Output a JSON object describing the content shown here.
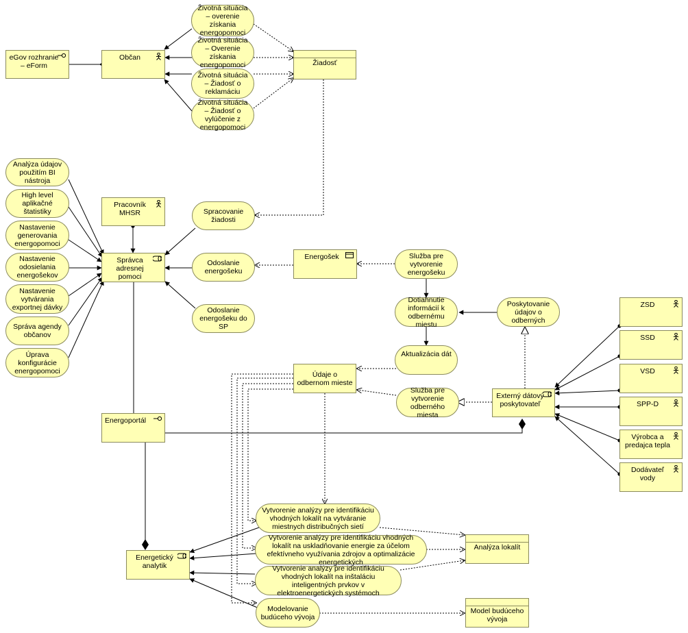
{
  "nodes": {
    "egov": "eGov rozhranie – eForm",
    "obcan": "Občan",
    "zs1": "Životná situácia – overenie získania energopomoci",
    "zs2": "Životná situácia – Overenie získania energopomoci",
    "zs3": "Životná situácia – Žiadosť o reklamáciu",
    "zs4": "Životná situácia – Žiadosť o vylúčenie z energopomoci",
    "ziadost": "Žiadosť",
    "analyza_bi": "Analýza údajov použitím BI nástroja",
    "high_level": "High level aplikačné štatistiky",
    "nast_gen": "Nastavenie generovania energopomoci",
    "nast_odos": "Nastavenie odosielania energošekov",
    "nast_vytv": "Nastavenie vytvárania exportnej dávky",
    "sprava_agendy": "Správa agendy občanov",
    "uprava_konf": "Úprava konfigurácie energopomoci",
    "pracovnik": "Pracovník MHSR",
    "spravca": "Správca adresnej pomoci",
    "spracovanie": "Spracovanie žiadosti",
    "odoslanie": "Odoslanie energošeku",
    "odoslanie_sp": "Odoslanie energošeku do SP",
    "energosek": "Energošek",
    "sluzba_energosek": "Služba pre vytvorenie energošeku",
    "dotiahnutie": "Dotiahnutie informácií k odbernému miestu",
    "poskytovanie": "Poskytovanie údajov o odberných",
    "aktualizacia": "Aktualizácia dát",
    "udaje": "Údaje o odbernom mieste",
    "sluzba_om": "Služba pre vytvorenie odberného miesta",
    "externy": "Externý dátový poskytovateľ",
    "zsd": "ZSD",
    "ssd": "SSD",
    "vsd": "VSD",
    "sppd": "SPP-D",
    "vyrobca": "Výrobca a predajca tepla",
    "dodavatel": "Dodávateľ vody",
    "energoportal": "Energoportál",
    "analytik": "Energetický analytik",
    "vytv1": "Vytvorenie analýzy pre identifikáciu vhodných lokalít na vytváranie miestnych distribučných sietí",
    "vytv2": "Vytvorenie analýzy pre identifikáciu vhodných lokalít na uskladňovanie energie za účelom efektívneho využívania zdrojov a optimalizácie energetických",
    "vytv3": "Vytvorenie analýzy pre identifikáciu vhodných lokalít na inštaláciu inteligentných prvkov v elektroenergetických systémoch",
    "modelovanie": "Modelovanie budúceho vývoja",
    "analyza_lokalit": "Analýza lokalít",
    "model_vyvoja": "Model budúceho vývoja"
  },
  "icons": {
    "egov": "interface-icon",
    "obcan": "actor-icon",
    "pracovnik": "actor-icon",
    "spravca": "role-icon",
    "energosek": "component-icon",
    "externy": "role-icon",
    "zsd": "actor-icon",
    "ssd": "actor-icon",
    "vsd": "actor-icon",
    "sppd": "actor-icon",
    "vyrobca": "actor-icon",
    "dodavatel": "actor-icon",
    "energoportal": "interface-icon",
    "analytik": "role-icon"
  },
  "colors": {
    "fill": "#ffffb5",
    "border": "#8a8a5c",
    "line": "#000000"
  }
}
